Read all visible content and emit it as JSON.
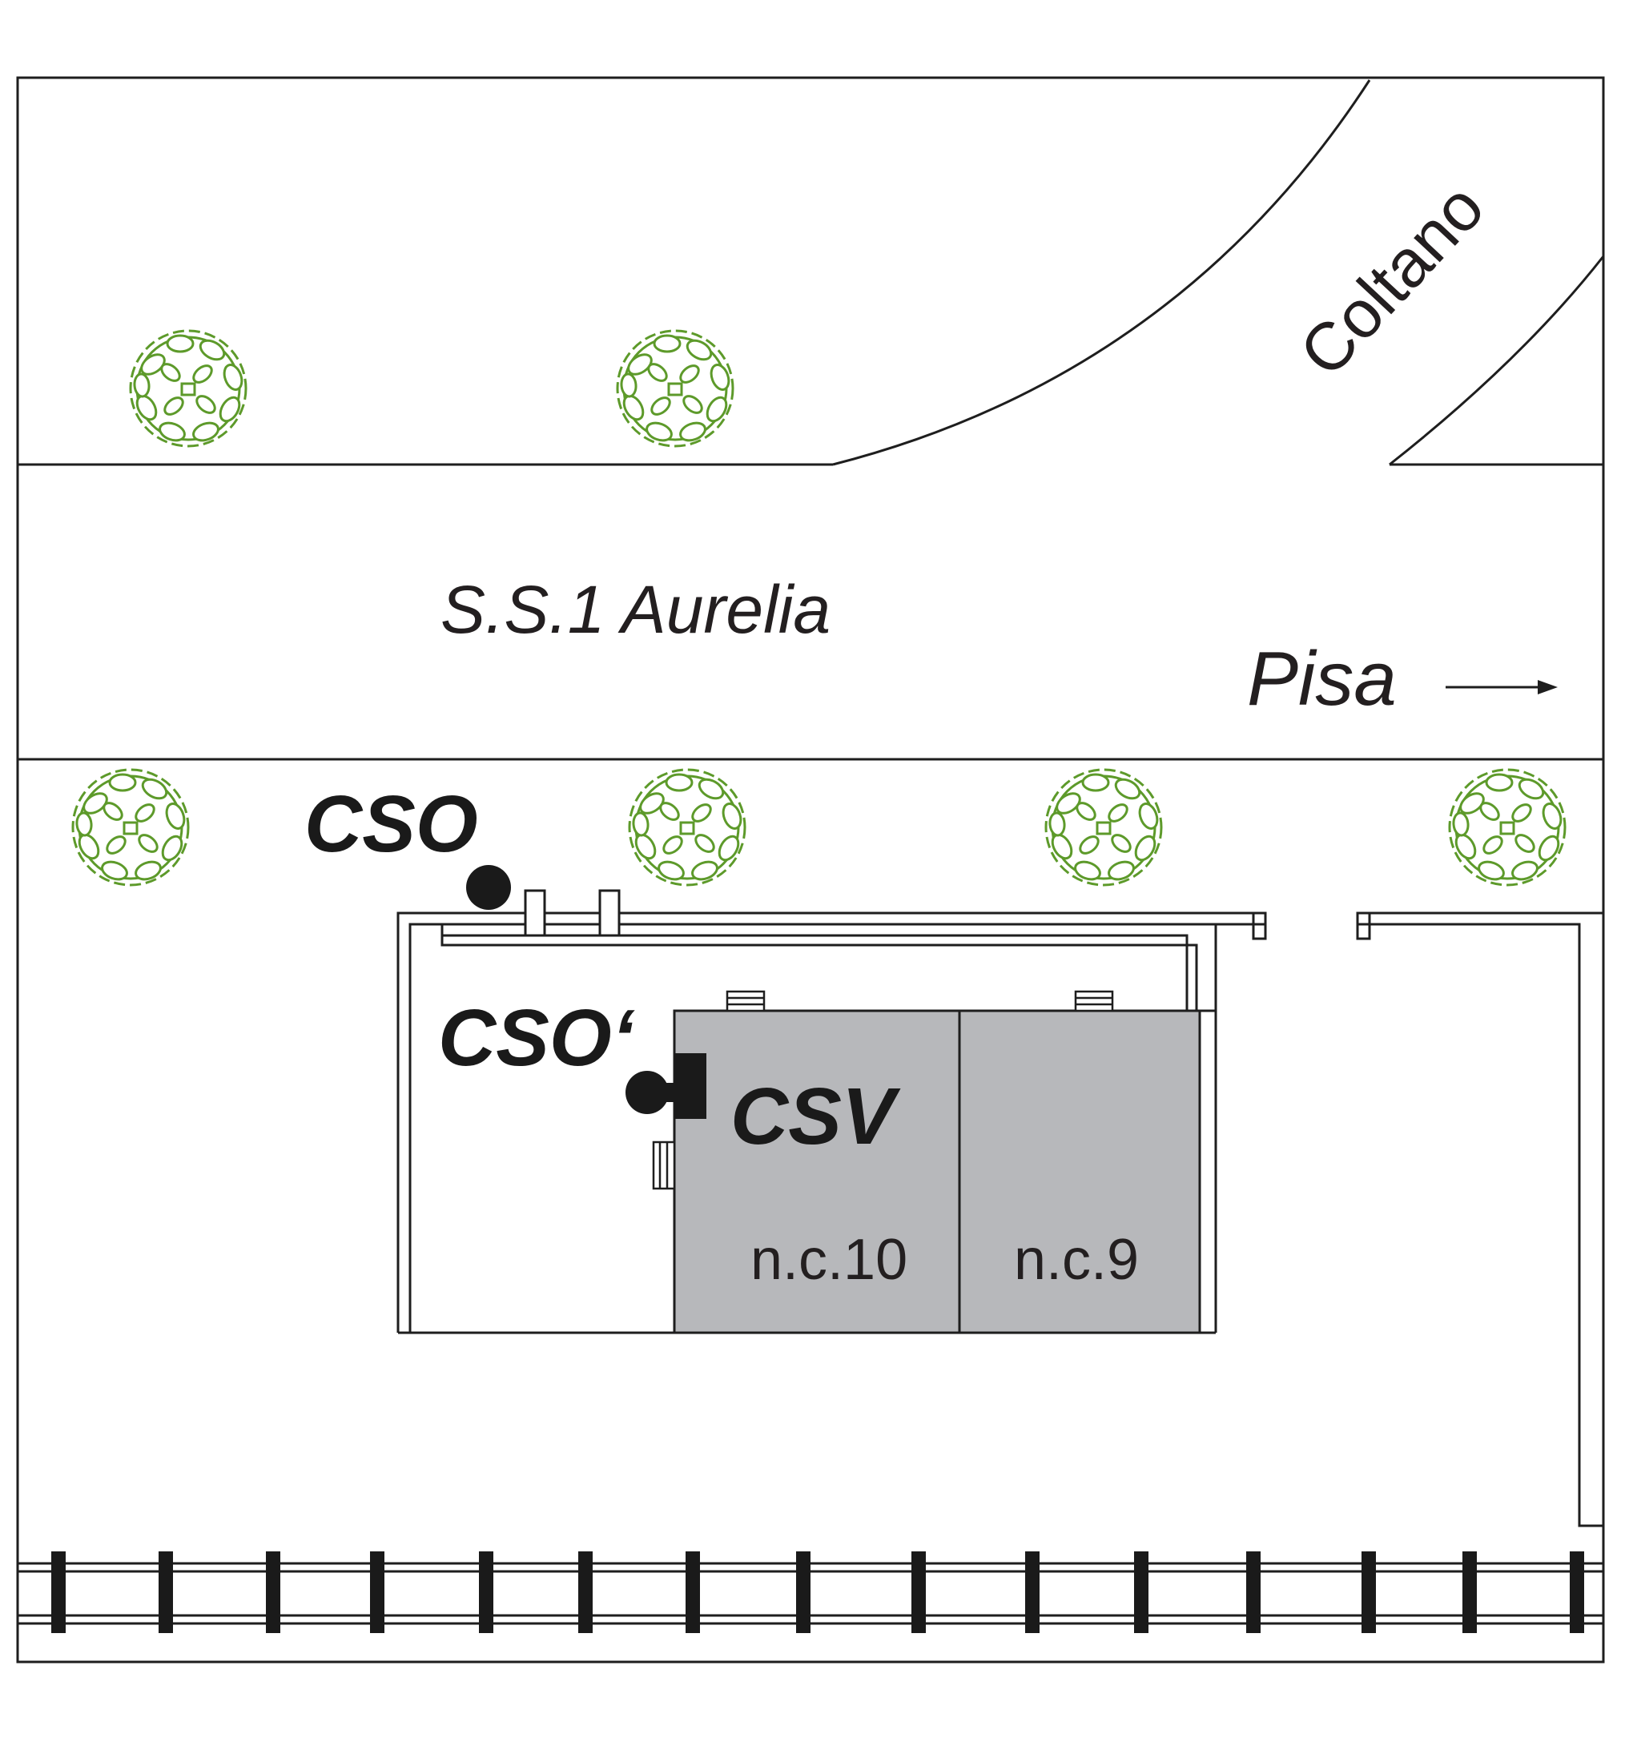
{
  "labels": {
    "road_coltano": "Coltano",
    "road_aurelia": "S.S.1 Aurelia",
    "direction_pisa": "Pisa",
    "point_cso": "CSO",
    "point_cso_prime": "CSO‘",
    "point_csv": "CSV",
    "parcel_10": "n.c.10",
    "parcel_9": "n.c.9"
  },
  "colors": {
    "outline": "#1e1e1e",
    "building_fill": "#b7b8bb",
    "tree_stroke": "#5d9a2a",
    "tree_fill": "#ffffff",
    "marker": "#1a1a1a",
    "label_text": "#231f20"
  },
  "icons": {
    "tree": "tree-icon",
    "sample_point": "sampling-point-marker",
    "arrow": "arrow-right-icon",
    "rail": "railway-track"
  }
}
